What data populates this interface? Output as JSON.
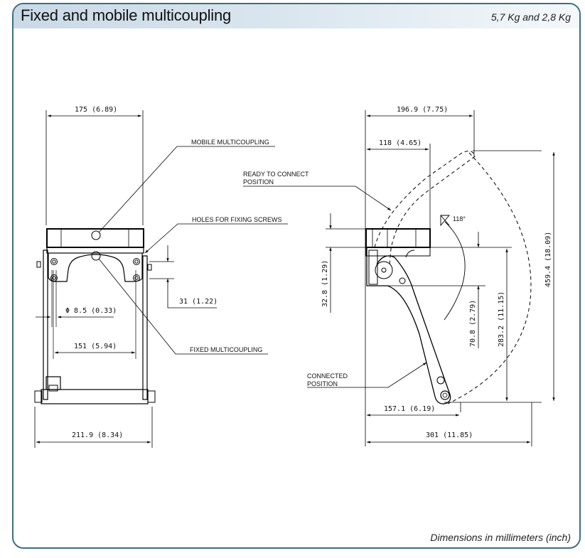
{
  "header": {
    "title": "Fixed and mobile multicoupling",
    "weight": "5,7 Kg and 2,8 Kg"
  },
  "footer": {
    "note": "Dimensions in millimeters (inch)"
  },
  "front_view": {
    "dimensions": {
      "top_width": "175 (6.89)",
      "hole_spacing_height": "31 (1.22)",
      "hole_diameter": "Φ 8.5 (0.33)",
      "hole_spacing_width": "151 (5.94)",
      "overall_width": "211.9 (8.34)"
    },
    "callouts": {
      "mobile": "MOBILE MULTICOUPLING",
      "holes": "HOLES FOR FIXING SCREWS",
      "fixed": "FIXED MULTICOUPLING"
    }
  },
  "side_view": {
    "dimensions": {
      "ready_width": "196.9 (7.75)",
      "top_width": "118 (4.65)",
      "top_height": "32.8 (1.29)",
      "pivot_height": "70.8 (2.79)",
      "connected_height": "283.2 (11.15)",
      "ready_height": "459.4 (18.09)",
      "connected_width": "157.1 (6.19)",
      "overall_width": "301 (11.85)",
      "angle": "118°"
    },
    "callouts": {
      "ready_line1": "READY TO CONNECT",
      "ready_line2": "POSITION",
      "connected_line1": "CONNECTED",
      "connected_line2": "POSITION"
    }
  }
}
